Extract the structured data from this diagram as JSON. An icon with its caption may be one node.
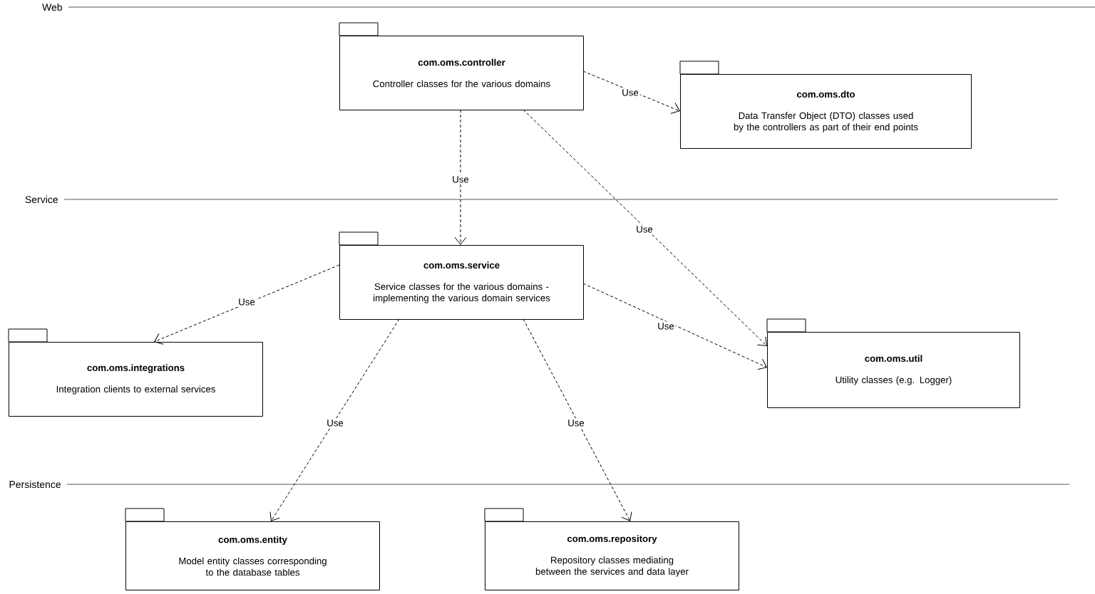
{
  "diagram": {
    "nodes": [
      {
        "text": [
          "com.oms.controller",
          "Controller classes for the various domains"
        ]
      },
      {
        "text": [
          "com.oms.dto",
          "Data Transfer Object (DTO) classes used by the controllers as part of their end points"
        ]
      },
      {
        "text": [
          "com.oms.service",
          "Service classes for the various domains - implementing the various domain  services"
        ]
      },
      {
        "text": [
          "com.oms.integrations",
          "Integration clients to external services"
        ]
      },
      {
        "text": [
          "com.oms.util",
          "Utility classes (e.g. Logger)"
        ]
      },
      {
        "text": [
          "com.oms.entity",
          "Model entity classes corresponding to the database tables"
        ]
      },
      {
        "text": [
          "com.oms.repository",
          "Repository classes mediating between the services and data layer"
        ]
      }
    ],
    "edges": [
      {
        "from": 0,
        "to": 1,
        "arrow": "to",
        "label": "Use",
        "style": "dashed"
      },
      {
        "from": 0,
        "to": 2,
        "arrow": "to",
        "label": "Use",
        "style": "dashed"
      },
      {
        "from": 0,
        "to": 4,
        "arrow": "to",
        "label": "Use",
        "style": "dashed"
      },
      {
        "from": 2,
        "to": 3,
        "arrow": "to",
        "label": "Use",
        "style": "dashed"
      },
      {
        "from": 2,
        "to": 4,
        "arrow": "to",
        "label": "Use",
        "style": "dashed"
      },
      {
        "from": 2,
        "to": 5,
        "arrow": "to",
        "label": "Use",
        "style": "dashed"
      },
      {
        "from": 2,
        "to": 6,
        "arrow": "to",
        "label": "Use",
        "style": "dashed"
      }
    ],
    "labels": [
      "Web",
      "Service",
      "Persistence"
    ]
  }
}
